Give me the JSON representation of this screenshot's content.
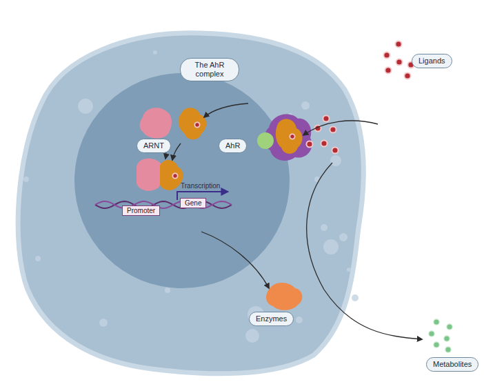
{
  "diagram": {
    "nodes": [
      {
        "text": [
          "The AhR complex"
        ]
      },
      {
        "text": [
          "Ligands"
        ]
      },
      {
        "text": [
          "ARNT"
        ]
      },
      {
        "text": [
          "AhR"
        ]
      },
      {
        "text": [
          "Promoter"
        ]
      },
      {
        "text": [
          "Gene"
        ]
      },
      {
        "text": [
          "Enzymes"
        ]
      },
      {
        "text": [
          "Metabolites"
        ]
      }
    ],
    "labels": [
      "Transcription"
    ]
  }
}
